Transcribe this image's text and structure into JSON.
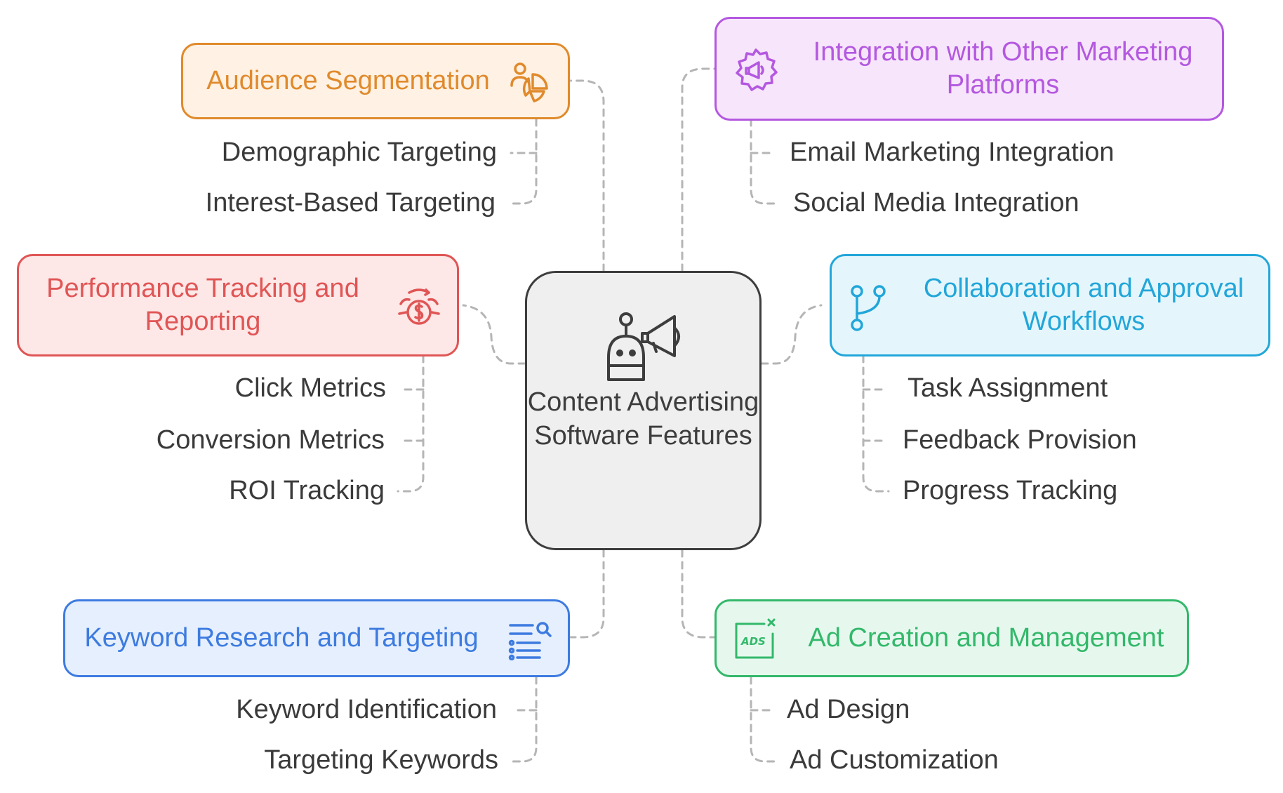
{
  "center": {
    "title": "Content Advertising Software Features",
    "icon": "robot-megaphone-icon"
  },
  "branches": [
    {
      "id": "audience",
      "title": "Audience Segmentation",
      "icon": "segmentation-icon",
      "color": "#e08a2c",
      "fill": "#fff1e3",
      "items": [
        "Demographic Targeting",
        "Interest-Based Targeting"
      ]
    },
    {
      "id": "integration",
      "title": "Integration with Other Marketing Platforms",
      "icon": "gear-megaphone-icon",
      "color": "#b458e0",
      "fill": "#f7e6fb",
      "items": [
        "Email Marketing Integration",
        "Social Media Integration"
      ]
    },
    {
      "id": "performance",
      "title": "Performance Tracking and Reporting",
      "icon": "money-cycle-icon",
      "color": "#e05555",
      "fill": "#fde7e7",
      "items": [
        "Click Metrics",
        "Conversion Metrics",
        "ROI Tracking"
      ]
    },
    {
      "id": "collaboration",
      "title": "Collaboration and Approval Workflows",
      "icon": "branch-icon",
      "color": "#22a6d9",
      "fill": "#e4f6fc",
      "items": [
        "Task Assignment",
        "Feedback Provision",
        "Progress Tracking"
      ]
    },
    {
      "id": "keyword",
      "title": "Keyword Research and Targeting",
      "icon": "list-search-icon",
      "color": "#3d7be0",
      "fill": "#e6effd",
      "items": [
        "Keyword Identification",
        "Targeting Keywords"
      ]
    },
    {
      "id": "adcreation",
      "title": "Ad Creation and Management",
      "icon": "ads-icon",
      "color": "#33b86a",
      "fill": "#e6f8ee",
      "items": [
        "Ad Design",
        "Ad Customization"
      ]
    }
  ]
}
